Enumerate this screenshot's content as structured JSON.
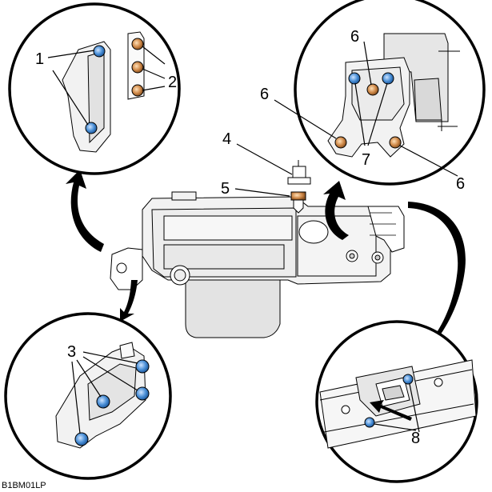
{
  "callouts": {
    "c1": "1",
    "c2": "2",
    "c3": "3",
    "c4": "4",
    "c5": "5",
    "c6a": "6",
    "c6b": "6",
    "c6c": "6",
    "c7": "7",
    "c8": "8"
  },
  "reference_code": "B1BM01LP",
  "colors": {
    "fastener_blue": "#4a8fd6",
    "fastener_copper": "#d08a4a",
    "outline": "#000000",
    "part_fill": "#f2f2f2",
    "shade_fill": "#d9d9d9"
  }
}
